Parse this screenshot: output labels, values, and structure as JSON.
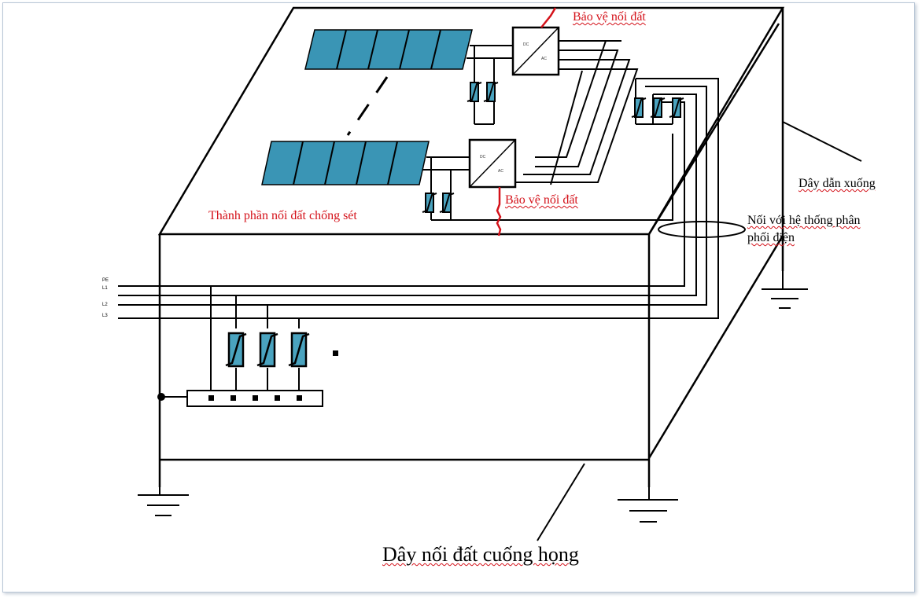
{
  "labels": {
    "earth_protection_top": "Bảo vệ nối đất",
    "earth_protection_mid": "Bảo vệ nối đất",
    "lightning_grounding_component": "Thành phần nối đất chống sét",
    "down_conductor": "Dây dẫn xuống",
    "connect_distribution_line1": "Nối với hệ thống phân",
    "connect_distribution_line2": "phối điện",
    "throat_ground_wire": "Dây nối đất cuống họng"
  },
  "line_names": [
    "PE",
    "L1",
    "L2",
    "L3"
  ],
  "inverter_text": {
    "dc": "DC",
    "ac": "AC"
  },
  "colors": {
    "panel": "#3a95b5",
    "surge_arrester": "#4aa3bf",
    "line": "#000000",
    "label_red": "#d4121a",
    "frame_border": "#b9c6d6"
  },
  "icons": [
    "solar-panel-icon",
    "inverter-icon",
    "surge-arrester-icon",
    "ground-symbol-icon"
  ]
}
